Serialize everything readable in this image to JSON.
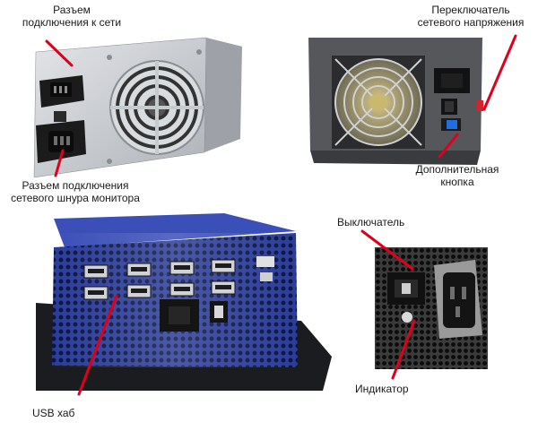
{
  "labels": {
    "top_left_upper": [
      "Разъем",
      "подключения к сети"
    ],
    "top_left_lower": [
      "Разъем подключения",
      "сетевого шнура монитора"
    ],
    "top_right_upper": [
      "Переключатель",
      "сетевого напряжения"
    ],
    "top_right_lower": [
      "Дополнительная",
      "кнопка"
    ],
    "bottom_right_switch": "Выключатель",
    "bottom_right_indicator": "Индикатор",
    "bottom_left_usb": "USB хаб"
  },
  "colors": {
    "leader_line": "#e0001b",
    "psu_silver": "#c9ccd1",
    "psu_dark": "#4b4c50",
    "psu_blue": "#2a3d9a",
    "socket_black": "#141414",
    "switch_red": "#d8232a",
    "button_blue": "#1f6fe0"
  }
}
